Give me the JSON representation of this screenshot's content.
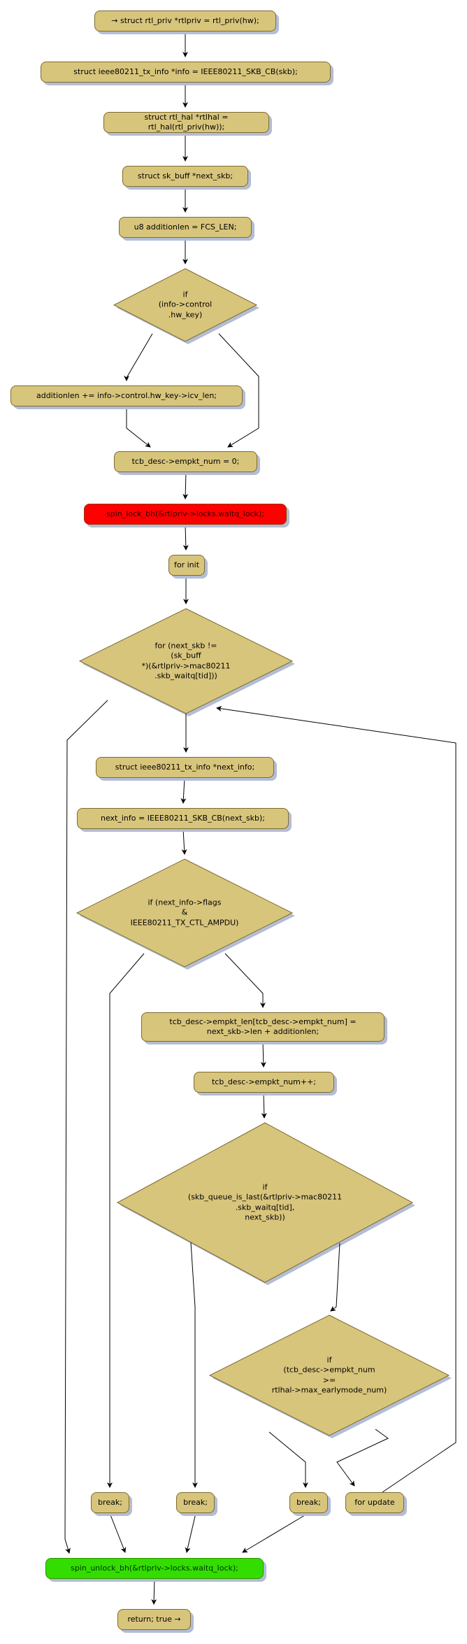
{
  "nodes": {
    "n1": {
      "label": "→ struct rtl_priv *rtlpriv = rtl_priv(hw);"
    },
    "n2": {
      "label": "struct ieee80211_tx_info *info = IEEE80211_SKB_CB(skb);"
    },
    "n3": {
      "label": "struct rtl_hal *rtlhal = rtl_hal(rtl_priv(hw));"
    },
    "n4": {
      "label": "struct sk_buff *next_skb;"
    },
    "n5": {
      "label": "u8 additionlen = FCS_LEN;"
    },
    "d1": {
      "label": "if\n(info->control\n.hw_key)"
    },
    "n6": {
      "label": "additionlen += info->control.hw_key->icv_len;"
    },
    "n7": {
      "label": "tcb_desc->empkt_num = 0;"
    },
    "n8": {
      "label": "spin_lock_bh(&rtlpriv->locks.waitq_lock);"
    },
    "n9": {
      "label": "for init"
    },
    "d2": {
      "label": "for (next_skb !=\n(sk_buff\n*)(&rtlpriv->mac80211\n.skb_waitq[tid]))"
    },
    "n10": {
      "label": "struct ieee80211_tx_info *next_info;"
    },
    "n11": {
      "label": "next_info = IEEE80211_SKB_CB(next_skb);"
    },
    "d3": {
      "label": "if (next_info->flags\n&\nIEEE80211_TX_CTL_AMPDU)"
    },
    "n12": {
      "label": "tcb_desc->empkt_len[tcb_desc->empkt_num] =\nnext_skb->len + additionlen;"
    },
    "n13": {
      "label": "tcb_desc->empkt_num++;"
    },
    "d4": {
      "label": "if\n(skb_queue_is_last(&rtlpriv->mac80211\n.skb_waitq[tid],\nnext_skb))"
    },
    "d5": {
      "label": "if\n(tcb_desc->empkt_num\n>=\nrtlhal->max_earlymode_num)"
    },
    "b1": {
      "label": "break;"
    },
    "b2": {
      "label": "break;"
    },
    "b3": {
      "label": "break;"
    },
    "fu": {
      "label": "for update"
    },
    "gn": {
      "label": "spin_unlock_bh(&rtlpriv->locks.waitq_lock);"
    },
    "rt": {
      "label": "return; true →"
    }
  },
  "colors": {
    "process_fill": "#d8c57c",
    "process_border": "#7d6a2e",
    "lock_fill": "#ff0000",
    "unlock_fill": "#33dd00",
    "shadow": "#b3bdd4",
    "edge": "#000000"
  }
}
